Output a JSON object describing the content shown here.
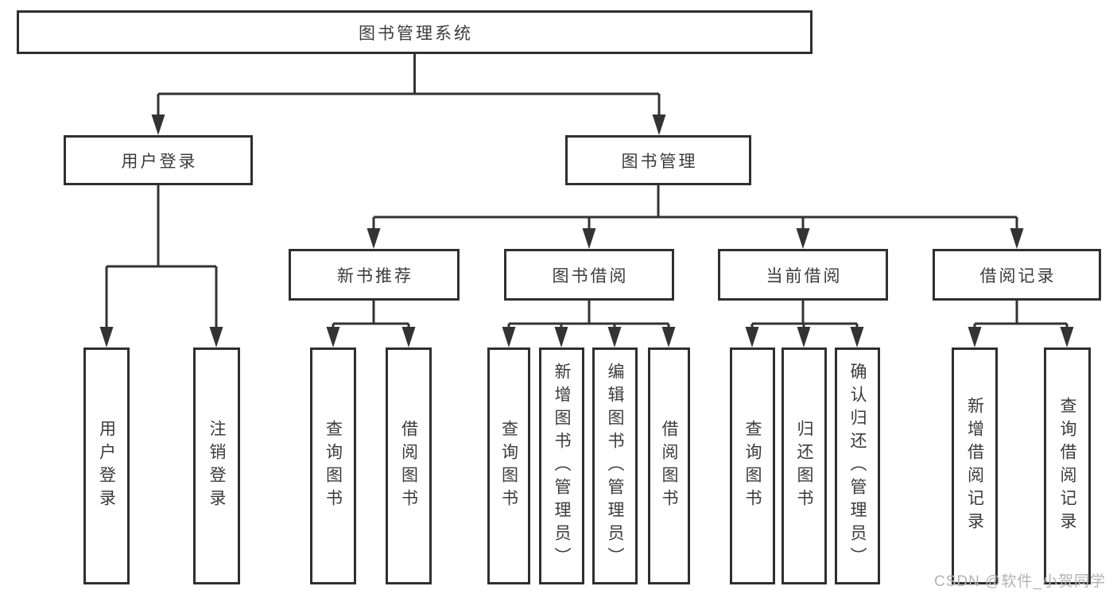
{
  "diagram": {
    "type": "tree-structure-chart",
    "colors": {
      "line": "#333333",
      "box_border": "#2f2f2f",
      "text": "#3b3b3b",
      "background": "#ffffff",
      "watermark_text_color": "#b2b2b2"
    },
    "watermark": "CSDN @软件_小贺同学",
    "root": {
      "label": "图书管理系统",
      "children": [
        {
          "label": "用户登录",
          "children": [
            {
              "label": "用户登录"
            },
            {
              "label": "注销登录"
            }
          ]
        },
        {
          "label": "图书管理",
          "children": [
            {
              "label": "新书推荐",
              "children": [
                {
                  "label": "查询图书"
                },
                {
                  "label": "借阅图书"
                }
              ]
            },
            {
              "label": "图书借阅",
              "children": [
                {
                  "label": "查询图书"
                },
                {
                  "label": "新增图书（管理员）"
                },
                {
                  "label": "编辑图书（管理员）"
                },
                {
                  "label": "借阅图书"
                }
              ]
            },
            {
              "label": "当前借阅",
              "children": [
                {
                  "label": "查询图书"
                },
                {
                  "label": "归还图书"
                },
                {
                  "label": "确认归还（管理员）"
                }
              ]
            },
            {
              "label": "借阅记录",
              "children": [
                {
                  "label": "新增借阅记录"
                },
                {
                  "label": "查询借阅记录"
                }
              ]
            }
          ]
        }
      ]
    }
  }
}
